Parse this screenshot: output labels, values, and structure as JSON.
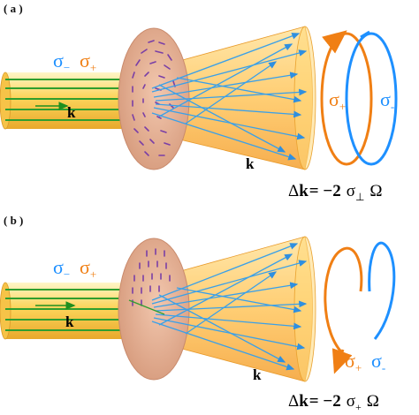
{
  "panels": [
    {
      "label": "( a )",
      "beam_sigma_minus": "σ",
      "beam_sigma_minus_sub": "−",
      "beam_sigma_plus": "σ",
      "beam_sigma_plus_sub": "+",
      "k_in": "k",
      "k_out": "k",
      "loop_sigma_plus": "σ",
      "loop_sigma_plus_sub": "+",
      "loop_sigma_minus": "σ",
      "loop_sigma_minus_sub": "-",
      "formula_delta": "Δ",
      "formula_k": "k",
      "formula_eq": "= −2",
      "formula_sigma": "σ",
      "formula_sub": "⊥",
      "formula_omega": "Ω"
    },
    {
      "label": "( b )",
      "beam_sigma_minus": "σ",
      "beam_sigma_minus_sub": "−",
      "beam_sigma_plus": "σ",
      "beam_sigma_plus_sub": "+",
      "k_in": "k",
      "k_out": "k",
      "loop_sigma_plus": "σ",
      "loop_sigma_plus_sub": "+",
      "loop_sigma_minus": "σ",
      "loop_sigma_minus_sub": "-",
      "formula_delta": "Δ",
      "formula_k": "k",
      "formula_eq": "= −2",
      "formula_sigma": "σ",
      "formula_sub": "+",
      "formula_omega": "Ω"
    }
  ],
  "colors": {
    "sigma_minus": "#1e90ff",
    "sigma_plus": "#f07f14",
    "beam_stripe": "#2f9e2f",
    "beam_fill": "#fbd35a",
    "plate": "#e2ae94",
    "cone": "#ffc65a",
    "ray": "#3aa0e8",
    "plate_marks": "#7a3fa6"
  }
}
